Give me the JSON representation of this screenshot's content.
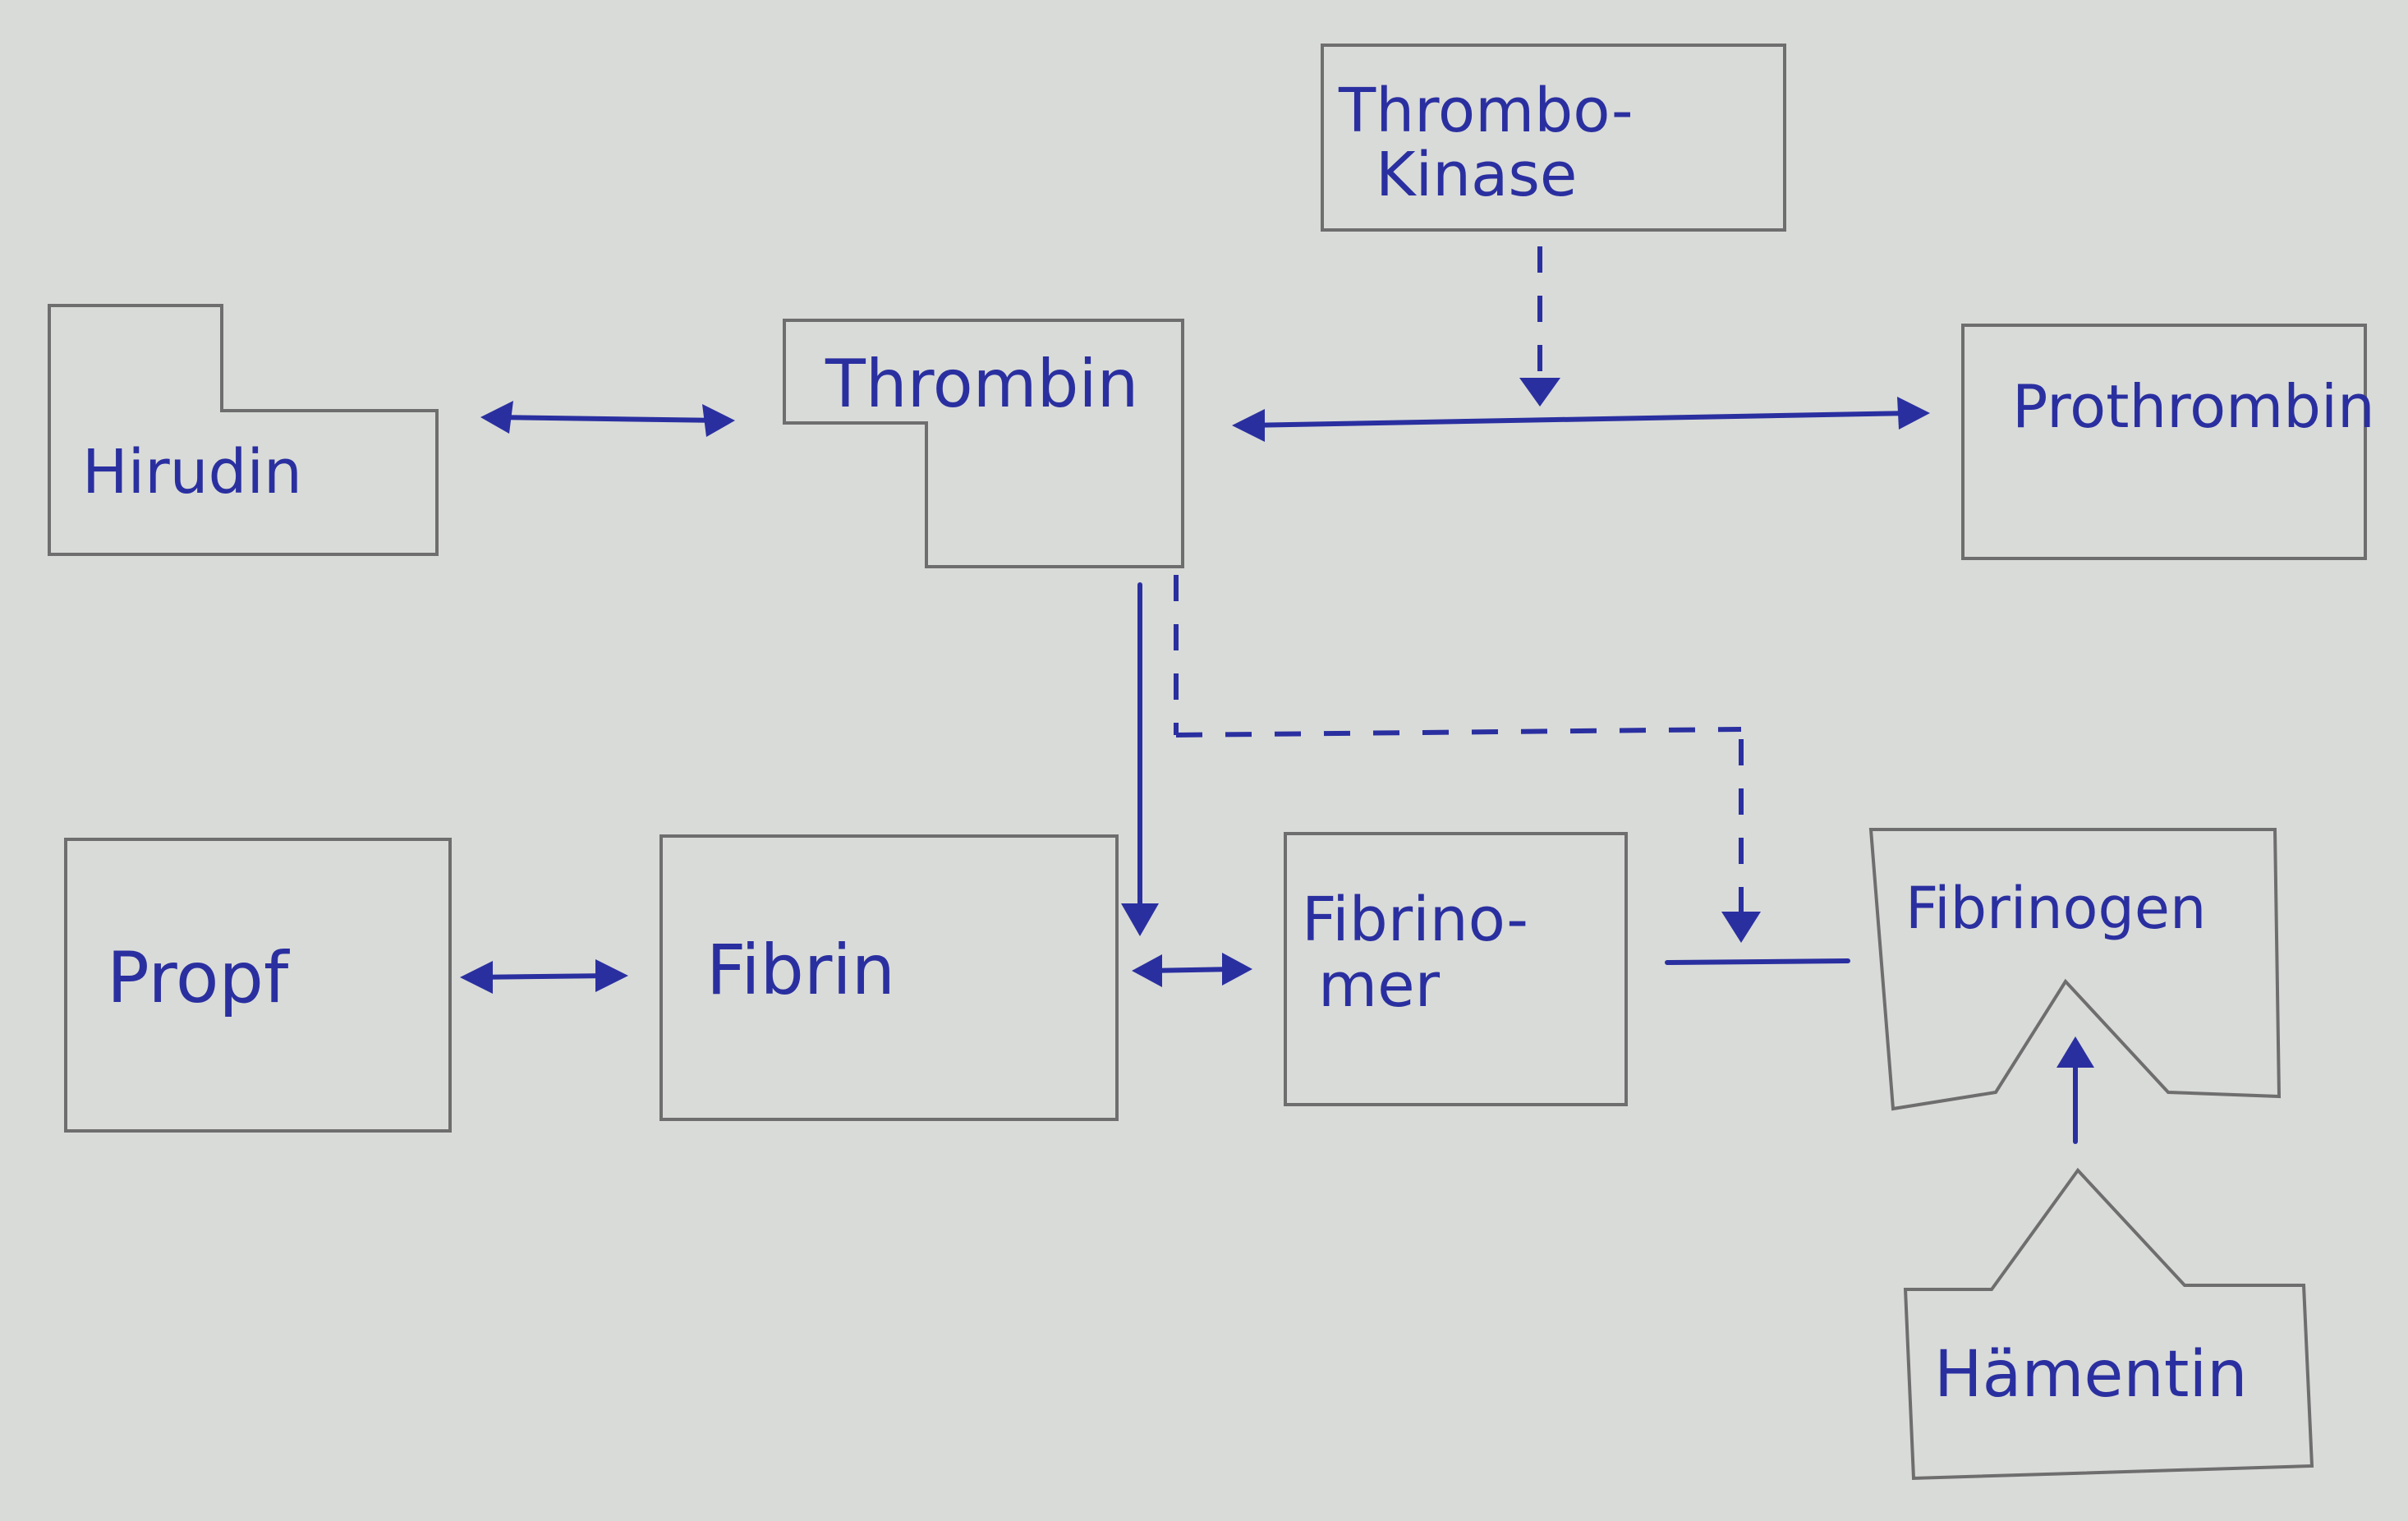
{
  "diagram": {
    "nodes": {
      "thrombokinase": {
        "line1": "Thrombo-",
        "line2": "Kinase"
      },
      "hirudin": {
        "label": "Hirudin"
      },
      "thrombin": {
        "label": "Thrombin"
      },
      "prothrombin": {
        "label": "Prothrombin"
      },
      "propf": {
        "label": "Propf"
      },
      "fibrin": {
        "label": "Fibrin"
      },
      "fibrinomer": {
        "line1": "Fibrino-",
        "line2": "mer"
      },
      "fibrinogen": {
        "label": "Fibrinogen"
      },
      "haementin": {
        "label": "Hämentin"
      }
    },
    "edges": [
      {
        "from": "hirudin",
        "to": "thrombin",
        "style": "solid",
        "direction": "both"
      },
      {
        "from": "thrombin",
        "to": "prothrombin",
        "style": "solid",
        "direction": "both"
      },
      {
        "from": "thrombokinase",
        "to": "thrombin-prothrombin",
        "style": "dashed",
        "direction": "forward"
      },
      {
        "from": "thrombin",
        "to": "fibrin",
        "style": "solid",
        "direction": "forward"
      },
      {
        "from": "thrombin",
        "to": "fibrinomer-fibrinogen",
        "style": "dashed",
        "direction": "forward"
      },
      {
        "from": "fibrinomer",
        "to": "fibrinogen",
        "style": "solid",
        "direction": "none"
      },
      {
        "from": "propf",
        "to": "fibrin",
        "style": "solid",
        "direction": "both"
      },
      {
        "from": "fibrin",
        "to": "fibrinomer",
        "style": "solid",
        "direction": "both"
      },
      {
        "from": "haementin",
        "to": "fibrinogen",
        "style": "solid",
        "direction": "forward"
      }
    ],
    "colors": {
      "ink": "#2a2fa0",
      "box": "#6e6e6e",
      "paper": "#d9dbd8"
    }
  }
}
